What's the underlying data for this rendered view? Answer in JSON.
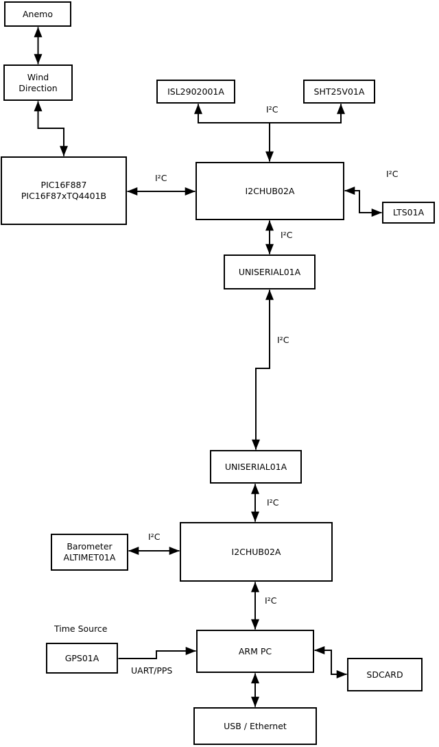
{
  "diagram": {
    "nodes": {
      "anemo": {
        "label": "Anemo"
      },
      "wind_direction": {
        "label": "Wind\nDirection"
      },
      "pic": {
        "label": "PIC16F887\nPIC16F87xTQ4401B"
      },
      "isl": {
        "label": "ISL2902001A"
      },
      "sht": {
        "label": "SHT25V01A"
      },
      "i2chub_top": {
        "label": "I2CHUB02A"
      },
      "lts": {
        "label": "LTS01A"
      },
      "uniserial_top": {
        "label": "UNISERIAL01A"
      },
      "uniserial_bottom": {
        "label": "UNISERIAL01A"
      },
      "i2chub_bottom": {
        "label": "I2CHUB02A"
      },
      "barometer": {
        "label": "Barometer\nALTIMET01A"
      },
      "gps": {
        "label": "GPS01A"
      },
      "arm_pc": {
        "label": "ARM PC"
      },
      "sdcard": {
        "label": "SDCARD"
      },
      "usb_ethernet": {
        "label": "USB / Ethernet"
      }
    },
    "labels": {
      "i2c": "I²C",
      "uart_pps": "UART/PPS",
      "time_source": "Time Source"
    },
    "colors": {
      "background": "#ffffff",
      "line": "#000000",
      "box_border": "#000000",
      "box_fill": "#ffffff",
      "text": "#000000"
    }
  }
}
